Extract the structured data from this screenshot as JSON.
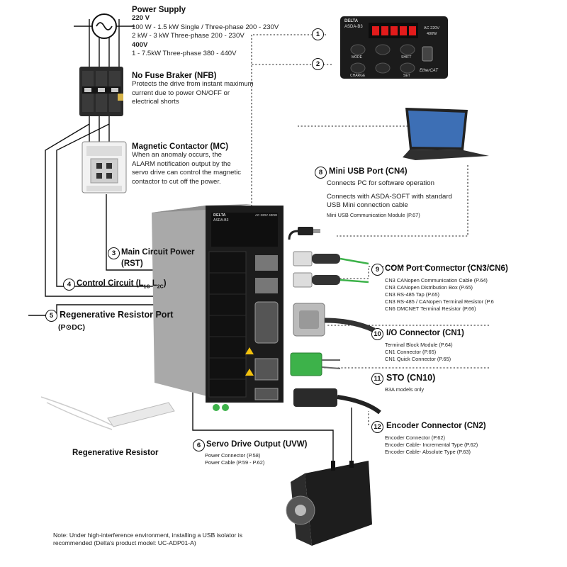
{
  "power_supply": {
    "title": "Power Supply",
    "v220_heading": "220 V",
    "v220_line1": "100 W - 1.5 kW Single / Three-phase 200 - 230V",
    "v220_line2": "2 kW - 3 kW Three-phase 200 - 230V",
    "v400_heading": "400V",
    "v400_line1": "1 - 7.5kW Three-phase 380 - 440V"
  },
  "nfb": {
    "title": "No Fuse Braker (NFB)",
    "lines": [
      "Protects the drive from instant maximum",
      "current due to power ON/OFF or",
      "electrical shorts"
    ]
  },
  "mc": {
    "title": "Magnetic Contactor (MC)",
    "lines": [
      "When an anomaly occurs, the",
      "ALARM notification output by the",
      "servo drive can control the magnetic",
      "contactor to cut off the power."
    ]
  },
  "keypad": {
    "num1": "1",
    "num2": "2",
    "brand": "DELTA",
    "model": "ASDA-B3",
    "rating_line1": "AC 220V",
    "rating_line2": "400W",
    "btn_mode": "MODE",
    "btn_shift": "SHIFT",
    "btn_charge": "CHARGE",
    "btn_set": "SET",
    "ethercat": "EtherCAT",
    "display": "88888"
  },
  "usb": {
    "num": "8",
    "title": "Mini USB Port (CN4)",
    "line1": "Connects PC for software operation",
    "line2": "Connects with ASDA-SOFT with standard",
    "line3": "USB Mini connection cable",
    "ref": "Mini USB Communication Module (P.67)"
  },
  "main_power": {
    "num": "3",
    "title": "Main Circuit Power",
    "sub": "(RST)"
  },
  "control": {
    "num": "4",
    "title_pre": "Control Circuit (L",
    "sub1": "1C",
    "mid": " L",
    "sub2": "2C",
    "title_post": ")"
  },
  "regen_port": {
    "num": "5",
    "title": "Regenerative Resistor Port",
    "sub": "(P⊙DC)"
  },
  "regen_resistor": {
    "label": "Regenerative Resistor"
  },
  "servo_output": {
    "num": "6",
    "title": "Servo Drive Output (UVW)",
    "refs": [
      "Power Connector (P.58)",
      "Power Cable (P.59 - P.62)"
    ]
  },
  "com": {
    "num": "9",
    "title": "COM Port Connector (CN3/CN6)",
    "refs": [
      "CN3 CANopen Communication Cable (P.64)",
      "CN3 CANopen Distribution Box (P.65)",
      "CN3 RS-485 Tap (P.65)",
      "CN3 RS-485 / CANopen Terminal Resistor (P.6",
      "CN6 DMCNET Terminal Resistor (P.66)"
    ]
  },
  "io": {
    "num": "10",
    "title": "I/O Connector (CN1)",
    "refs": [
      "Terminal Block Module (P.64)",
      "CN1 Connector (P.65)",
      "CN1 Quick Connector (P.65)"
    ]
  },
  "sto": {
    "num": "11",
    "title": "STO (CN10)",
    "refs": [
      "B3A models only"
    ]
  },
  "encoder": {
    "num": "12",
    "title": "Encoder Connector (CN2)",
    "refs": [
      "Encoder Connector (P.62)",
      "Encoder Cable- Incremental Type (P.62)",
      "Encoder Cable- Absolute Type (P.63)"
    ]
  },
  "drive": {
    "brand": "DELTA",
    "model": "ASDA-B3",
    "rating": "AC 220V 400W"
  },
  "note": {
    "line1": "Note: Under high-interference environment, installing a USB isolator is",
    "line2": "recommended (Delta's product model: UC-ADP01-A)"
  },
  "colors": {
    "line": "#111111",
    "dotted": "#222222",
    "green_terminal": "#3db24a",
    "drive_body": "#1c1c1c",
    "drive_heatsink": "#a9a9a9"
  }
}
